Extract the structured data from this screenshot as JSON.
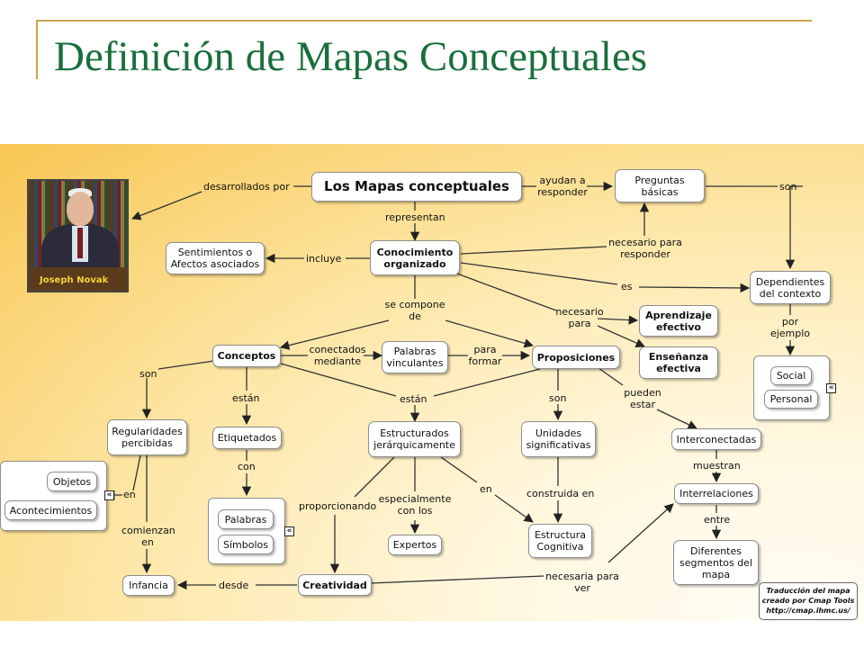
{
  "slide": {
    "title": "Definición de Mapas Conceptuales"
  },
  "photo": {
    "caption": "Joseph Novak"
  },
  "nodes": {
    "mapas": "Los Mapas conceptuales",
    "preguntas": "Preguntas básicas",
    "sentimientos": "Sentimientos o Afectos asociados",
    "conocimiento": "Conocimiento organizado",
    "dependientes": "Dependientes del contexto",
    "aprendizaje": "Aprendizaje efectivo",
    "ensenanza": "Enseñanza efectiva",
    "conceptos": "Conceptos",
    "palabras_vinc": "Palabras vinculantes",
    "proposiciones": "Proposiciones",
    "social": "Social",
    "personal": "Personal",
    "regularidades": "Regularidades percibidas",
    "etiquetados": "Etiquetados",
    "estructurados": "Estructurados jerárquicamente",
    "unidades": "Unidades significativas",
    "interconectadas": "Interconectadas",
    "objetos": "Objetos",
    "acontecimientos": "Acontecimientos",
    "palabras": "Palabras",
    "simbolos": "Símbolos",
    "interrelaciones": "Interrelaciones",
    "expertos": "Expertos",
    "estructura_cog": "Estructura Cognitiva",
    "diferentes": "Diferentes segmentos del mapa",
    "infancia": "Infancia",
    "creatividad": "Creatividad"
  },
  "links": {
    "desarrollados": "desarrollados por",
    "ayudan": "ayudan a responder",
    "son_top": "son",
    "representan": "representan",
    "incluye": "incluye",
    "necesario_resp": "necesario para responder",
    "es": "es",
    "se_compone": "se compone de",
    "necesario_para": "necesario para",
    "por_ejemplo": "por ejemplo",
    "conectados": "conectados mediante",
    "para_formar": "para formar",
    "son_left": "son",
    "estan1": "están",
    "estan2": "están",
    "son_mid": "son",
    "pueden_estar": "pueden estar",
    "con": "con",
    "en_left": "en",
    "en_mid": "en",
    "muestran": "muestran",
    "proporcionando": "proporcionando",
    "especialmente": "especialmente con los",
    "construida": "construida en",
    "entre": "entre",
    "comienzan": "comienzan en",
    "desde": "desde",
    "necesaria_ver": "necesaria para ver"
  },
  "credit": {
    "line1": "Traducción del mapa",
    "line2": "creado por Cmap Tools",
    "line3": "http://cmap.ihmc.us/"
  },
  "colors": {
    "title": "#1a6f3c",
    "frame": "#c8a64a",
    "background_warm": "#f8c652"
  }
}
